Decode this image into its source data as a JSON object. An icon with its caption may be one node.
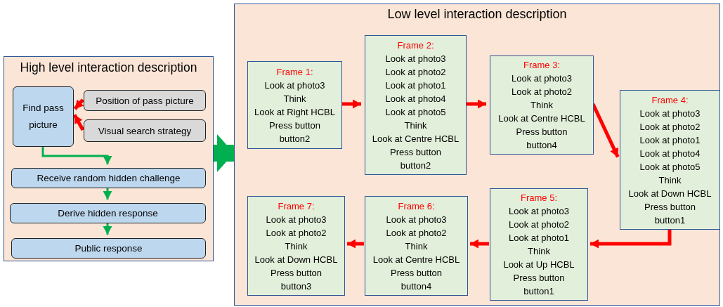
{
  "diagram": {
    "nodes": [
      {
        "text": [
          "High level interaction description"
        ]
      },
      {
        "text": [
          "Find pass picture"
        ],
        "in": 0
      },
      {
        "text": [
          "Position of pass picture"
        ],
        "in": 0
      },
      {
        "text": [
          "Visual search strategy"
        ],
        "in": 0
      },
      {
        "text": [
          "Receive random hidden challenge"
        ],
        "in": 0
      },
      {
        "text": [
          "Derive hidden response"
        ],
        "in": 0
      },
      {
        "text": [
          "Public response"
        ],
        "in": 0
      },
      {
        "text": [
          "Low level interaction description"
        ]
      },
      {
        "text": [
          "Frame 1:",
          "Look at photo3",
          "Think",
          "Look at Right HCBL",
          "Press button",
          "button2"
        ],
        "in": 7
      },
      {
        "text": [
          "Frame 2:",
          "Look at photo3",
          "Look at photo2",
          "Look at photo1",
          "Look at photo4",
          "Look at photo5",
          "Think",
          "Look at Centre HCBL",
          "Press button",
          "button2"
        ],
        "in": 7
      },
      {
        "text": [
          "Frame 3:",
          "Look at photo3",
          "Look at photo2",
          "Think",
          "Look at Centre HCBL",
          "Press button",
          "button4"
        ],
        "in": 7
      },
      {
        "text": [
          "Frame 4:",
          "Look at photo3",
          "Look at photo2",
          "Look at photo1",
          "Look at photo4",
          "Look at photo5",
          "Think",
          "Look at Down HCBL",
          "Press button",
          "button1"
        ],
        "in": 7
      },
      {
        "text": [
          "Frame 5:",
          "Look at photo3",
          "Look at photo2",
          "Look at photo1",
          "Think",
          "Look at Up HCBL",
          "Press button",
          "button1"
        ],
        "in": 7
      },
      {
        "text": [
          "Frame 6:",
          "Look at photo3",
          "Look at photo2",
          "Think",
          "Look at Centre HCBL",
          "Press button",
          "button4"
        ],
        "in": 7
      },
      {
        "text": [
          "Frame 7:",
          "Look at photo3",
          "Look at photo2",
          "Think",
          "Look at Down HCBL",
          "Press button",
          "button3"
        ],
        "in": 7
      }
    ],
    "edges": [
      {
        "from": 2,
        "to": 1,
        "arrow": "to"
      },
      {
        "from": 3,
        "to": 1,
        "arrow": "to"
      },
      {
        "from": 1,
        "to": 4,
        "arrow": "to",
        "color": "#00b050"
      },
      {
        "from": 4,
        "to": 5,
        "arrow": "to",
        "color": "#00b050"
      },
      {
        "from": 5,
        "to": 6,
        "arrow": "to",
        "color": "#00b050"
      },
      {
        "from": 0,
        "to": 7,
        "arrow": "to",
        "style": "thick",
        "color": "#00b050"
      },
      {
        "from": 8,
        "to": 9,
        "arrow": "to"
      },
      {
        "from": 9,
        "to": 10,
        "arrow": "to"
      },
      {
        "from": 10,
        "to": 11,
        "arrow": "to"
      },
      {
        "from": 11,
        "to": 12,
        "arrow": "to"
      },
      {
        "from": 12,
        "to": 13,
        "arrow": "to"
      },
      {
        "from": 13,
        "to": 14,
        "arrow": "to"
      }
    ]
  }
}
